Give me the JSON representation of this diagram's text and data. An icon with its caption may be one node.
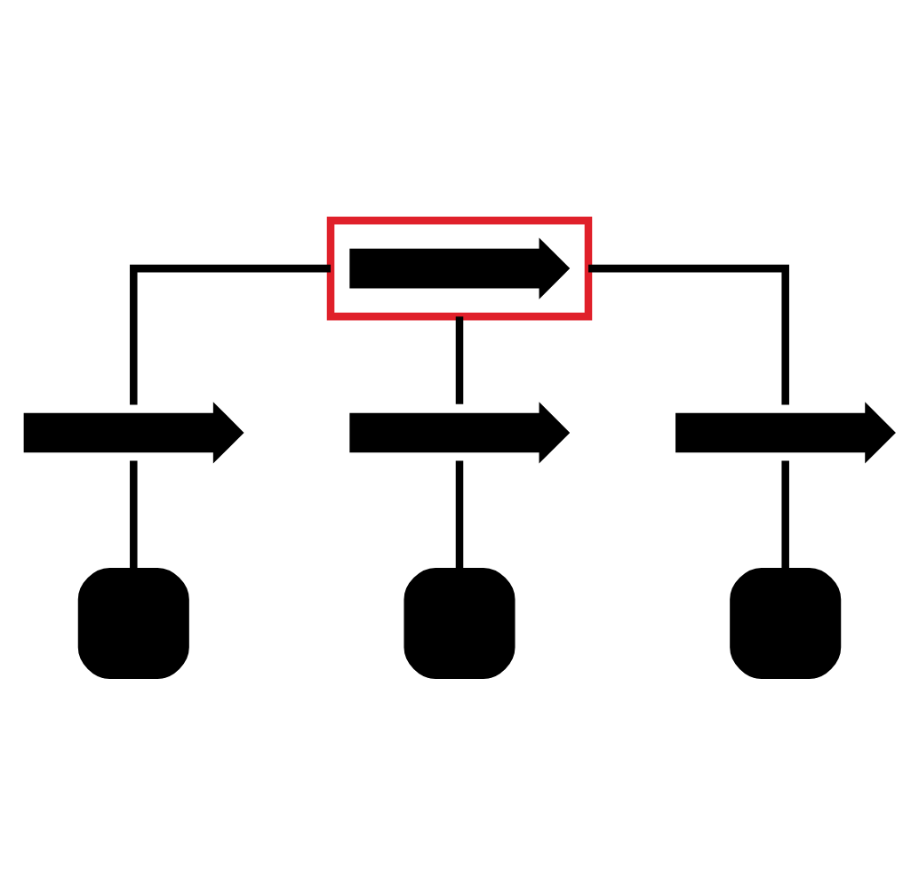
{
  "diagram": {
    "nodes": [
      {
        "text": [],
        "shape": "box"
      },
      {
        "text": [],
        "shape": "key",
        "in": 0
      },
      {
        "text": [],
        "shape": "key"
      },
      {
        "text": [],
        "shape": "key"
      },
      {
        "text": [],
        "shape": "key"
      },
      {
        "text": [],
        "shape": "padlock"
      },
      {
        "text": [],
        "shape": "padlock"
      },
      {
        "text": [],
        "shape": "padlock"
      }
    ],
    "edges": [
      {
        "from": 0,
        "to": 2,
        "arrow": "none"
      },
      {
        "from": 0,
        "to": 3,
        "arrow": "none"
      },
      {
        "from": 0,
        "to": 4,
        "arrow": "none"
      },
      {
        "from": 2,
        "to": 5,
        "arrow": "none"
      },
      {
        "from": 3,
        "to": 6,
        "arrow": "none"
      },
      {
        "from": 4,
        "to": 7,
        "arrow": "none"
      }
    ]
  }
}
